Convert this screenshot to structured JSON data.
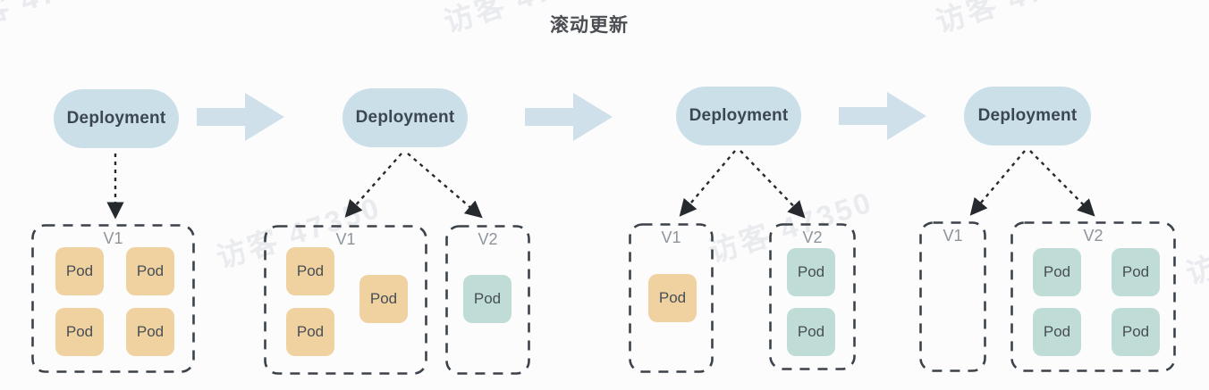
{
  "title": "滚动更新",
  "watermark": {
    "text": "访客 47350"
  },
  "labels": {
    "deployment": "Deployment",
    "pod": "Pod"
  },
  "colors": {
    "background": "#fcfcfc",
    "deployment_fill": "#cbdfe9",
    "flow_arrow_fill": "#d0e0ea",
    "pod_v1_fill": "#f0d2a0",
    "pod_v2_fill": "#c0dcd7",
    "dashed_border": "#3c424a",
    "connector": "#26292e",
    "node_text": "#3d4751",
    "version_label_text": "#8e949b",
    "title_text": "#4b4e53",
    "watermark_text": "#e9ebee"
  },
  "stages": [
    {
      "deployment": "Deployment",
      "groups": [
        {
          "label": "V1",
          "version": "v1",
          "pod_count": 4
        }
      ]
    },
    {
      "deployment": "Deployment",
      "groups": [
        {
          "label": "V1",
          "version": "v1",
          "pod_count": 3
        },
        {
          "label": "V2",
          "version": "v2",
          "pod_count": 1
        }
      ]
    },
    {
      "deployment": "Deployment",
      "groups": [
        {
          "label": "V1",
          "version": "v1",
          "pod_count": 1
        },
        {
          "label": "V2",
          "version": "v2",
          "pod_count": 2
        }
      ]
    },
    {
      "deployment": "Deployment",
      "groups": [
        {
          "label": "V1",
          "version": "v1",
          "pod_count": 0
        },
        {
          "label": "V2",
          "version": "v2",
          "pod_count": 4
        }
      ]
    }
  ]
}
